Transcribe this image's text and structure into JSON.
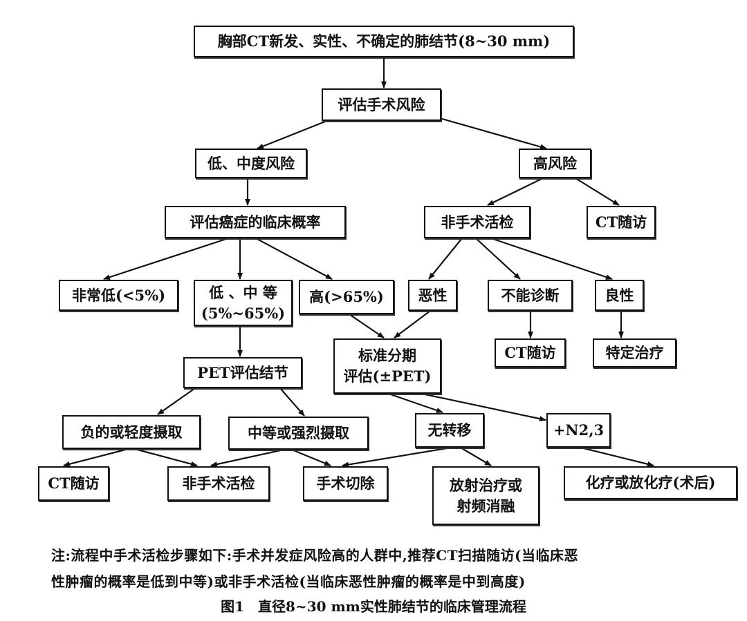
{
  "nodes": {
    "start": "胸部CT新发、实性、不确定的肺结节(8~30 mm)",
    "assess_risk": "评估手术风险",
    "low_mid_risk": "低、中度风险",
    "high_risk": "高风险",
    "assess_prob": "评估癌症的临床概率",
    "nonsurg_biopsy_top": "非手术活检",
    "ct_follow_top": "CT随访",
    "very_low": "非常低(<5%)",
    "low_mid_line1": "低 、中 等",
    "low_mid_line2": "(5%~65%)",
    "high_prob": "高(>65%)",
    "malignant": "恶性",
    "nondiagnostic": "不能诊断",
    "benign": "良性",
    "staging_line1": "标准分期",
    "staging_line2": "评估(±PET)",
    "ct_follow_mid": "CT随访",
    "specific_treatment": "特定治疗",
    "pet_assess": "PET评估结节",
    "neg_mild": "负的或轻度摄取",
    "mod_strong": "中等或强烈摄取",
    "no_metastasis": "无转移",
    "n23": "+N2,3",
    "ct_follow_bottom": "CT随访",
    "nonsurg_biopsy_bottom": "非手术活检",
    "resection": "手术切除",
    "radio_line1": "放射治疗或",
    "radio_line2": "射频消融",
    "chemo": "化疗或放化疗(术后)"
  },
  "edges": [
    [
      "start",
      "assess_risk"
    ],
    [
      "assess_risk",
      "low_mid_risk"
    ],
    [
      "assess_risk",
      "high_risk"
    ],
    [
      "low_mid_risk",
      "assess_prob"
    ],
    [
      "high_risk",
      "nonsurg_biopsy_top"
    ],
    [
      "high_risk",
      "ct_follow_top"
    ],
    [
      "assess_prob",
      "very_low"
    ],
    [
      "assess_prob",
      "low_mid"
    ],
    [
      "assess_prob",
      "high_prob"
    ],
    [
      "nonsurg_biopsy_top",
      "malignant"
    ],
    [
      "nonsurg_biopsy_top",
      "nondiagnostic"
    ],
    [
      "nonsurg_biopsy_top",
      "benign"
    ],
    [
      "high_prob",
      "staging"
    ],
    [
      "malignant",
      "staging"
    ],
    [
      "nondiagnostic",
      "ct_follow_mid"
    ],
    [
      "benign",
      "specific_treatment"
    ],
    [
      "low_mid",
      "pet_assess"
    ],
    [
      "pet_assess",
      "neg_mild"
    ],
    [
      "pet_assess",
      "mod_strong"
    ],
    [
      "staging",
      "no_metastasis"
    ],
    [
      "staging",
      "n23"
    ],
    [
      "neg_mild",
      "ct_follow_bottom"
    ],
    [
      "neg_mild",
      "nonsurg_biopsy_bottom"
    ],
    [
      "mod_strong",
      "nonsurg_biopsy_bottom"
    ],
    [
      "mod_strong",
      "resection"
    ],
    [
      "no_metastasis",
      "resection"
    ],
    [
      "no_metastasis",
      "radio"
    ],
    [
      "n23",
      "chemo"
    ]
  ],
  "note_line1": "注:流程中手术活检步骤如下:手术并发症风险高的人群中,推荐CT扫描随访(当临床恶",
  "note_line2": "性肿瘤的概率是低到中等)或非手术活检(当临床恶性肿瘤的概率是中到高度)",
  "caption": "图1　直径8~30 mm实性肺结节的临床管理流程"
}
